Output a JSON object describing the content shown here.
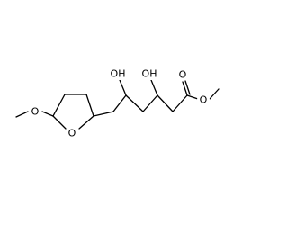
{
  "molecule": {
    "atoms": {
      "ring_oxygen": "O",
      "methoxy_oxygen": "O",
      "hydroxyl_left": "OH",
      "hydroxyl_right": "OH",
      "carbonyl_oxygen": "O",
      "ester_oxygen": "O"
    },
    "colors": {
      "bond": "#000000",
      "label": "#000000",
      "background": "#ffffff"
    }
  }
}
